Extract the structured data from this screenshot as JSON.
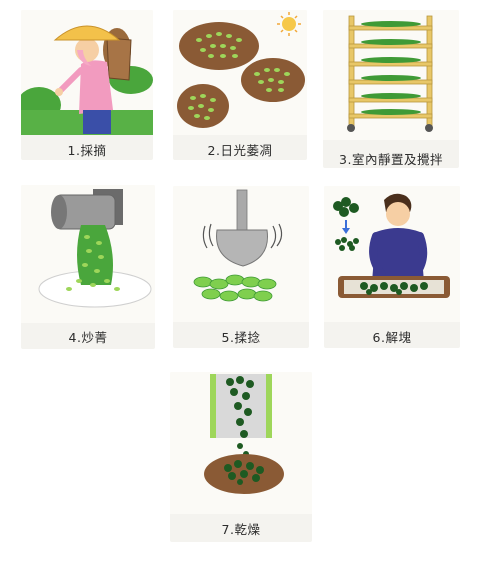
{
  "steps": [
    {
      "label": "1.採摘"
    },
    {
      "label": "2.日光萎凋"
    },
    {
      "label": "3.室內靜置及攪拌"
    },
    {
      "label": "4.炒菁"
    },
    {
      "label": "5.揉捻"
    },
    {
      "label": "6.解塊"
    },
    {
      "label": "7.乾燥"
    }
  ],
  "colors": {
    "leaf_green": "#3f9a36",
    "light_green": "#9ed65a",
    "dark_green": "#1e5a22",
    "tray_brown": "#8a5a35",
    "rack_yellow": "#e8c768",
    "shirt_blue": "#3b3a8f"
  }
}
